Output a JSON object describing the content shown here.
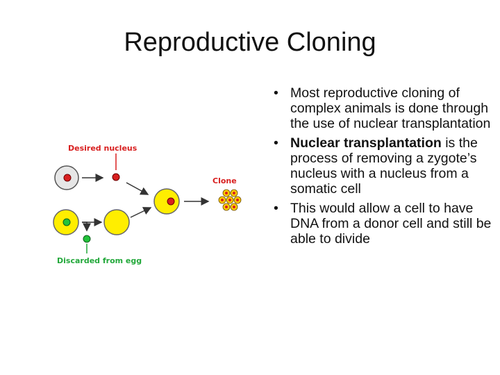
{
  "slide": {
    "title": "Reproductive Cloning",
    "bullets": [
      {
        "text": "Most reproductive cloning of complex animals is done through the use of nuclear transplantation"
      },
      {
        "bold": "Nuclear transplantation",
        "text": " is the process of removing a zygote’s nucleus with a nucleus from a somatic cell"
      },
      {
        "text": "This would allow a cell to have DNA from a donor cell and still be able to divide"
      }
    ]
  },
  "diagram": {
    "desired_label": "Desired nucleus",
    "discarded_label": "Discarded from egg",
    "clone_label": "Clone",
    "colors": {
      "nucleus_red": "#d81f1f",
      "nucleus_green": "#22c23a",
      "egg_yellow": "#ffee00",
      "somatic_cell": "#e6e6e6"
    }
  }
}
